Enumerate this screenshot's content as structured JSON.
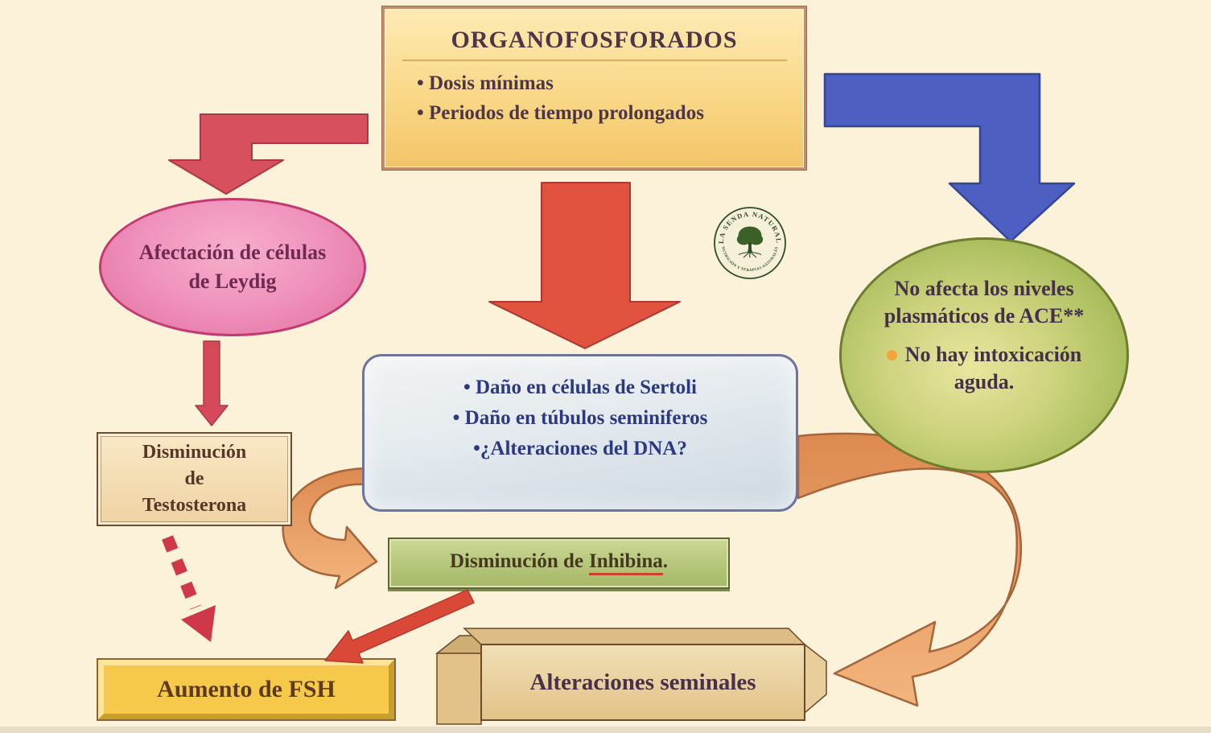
{
  "colors": {
    "background": "#fbf2d9",
    "red_arrow": "#d6505e",
    "center_red_arrow": "#e1523f",
    "blue_arrow": "#4d5fc0",
    "orange_arrow": "#e59a5e",
    "pink_node_fill": "#ef8cb6",
    "pink_node_border": "#c23a70",
    "green_node_fill": "#a9bd5c",
    "green_node_border": "#6d7c2e",
    "gold_node_fill": "#f7c94b",
    "blue_node_border": "#70739f",
    "inhibina_underline": "#cf3f2a",
    "orange_bullet": "#f0a63c"
  },
  "organofosforados_box": {
    "title": "ORGANOFOSFORADOS",
    "bullet1": "• Dosis mínimas",
    "bullet2": "• Periodos de tiempo prolongados"
  },
  "leydig_node": {
    "line1": "Afectación de células",
    "line2": "de Leydig"
  },
  "testosterona_node": {
    "line1": "Disminución",
    "line2": "de",
    "line3": "Testosterona"
  },
  "fsh_node": {
    "label": "Aumento de FSH"
  },
  "sertoli_node": {
    "bullet1": "• Daño en células de Sertoli",
    "bullet2": "• Daño en túbulos seminiferos",
    "bullet3": "•¿Alteraciones del DNA?"
  },
  "inhibina_node": {
    "prefix": "Disminución de",
    "underlined_word": "Inhibina",
    "suffix": "."
  },
  "ace_node": {
    "line1": "No afecta los niveles",
    "line2": "plasmáticos de ACE**",
    "bullet_line1": "No hay intoxicación",
    "bullet_line2": "aguda."
  },
  "seminales_node": {
    "label": "Alteraciones seminales"
  },
  "logo": {
    "arc_top": "LA SENDA NATURAL",
    "arc_bottom": "NUTRICIÓN Y TERAPIAS NATURALES"
  }
}
